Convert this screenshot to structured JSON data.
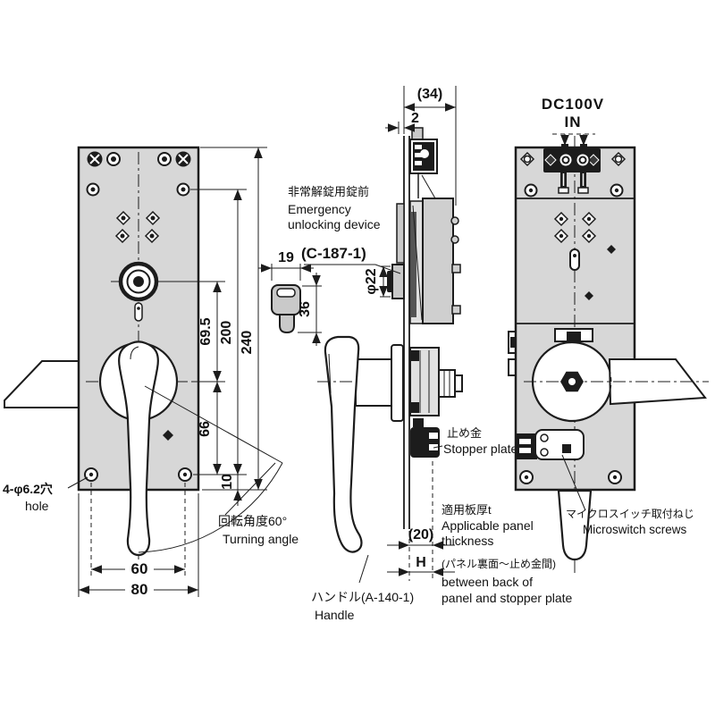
{
  "drawing": {
    "front_view": {
      "dims": {
        "overall_height": "240",
        "hole_pitch_v": "200",
        "cyl_to_handle": "69.5",
        "handle_to_hole": "66",
        "hole_edge": "10",
        "hole_pitch_h": "60",
        "overall_width": "80"
      },
      "hole_label_jp": "4-φ6.2穴",
      "hole_label_en": "hole",
      "turning_label_jp": "回転角度60°",
      "turning_label_en": "Turning angle"
    },
    "side_view": {
      "dims": {
        "rear_depth": "(34)",
        "front_gap": "2",
        "key_width": "19",
        "key_length": "36",
        "cylinder_dia": "φ22",
        "panel_max": "(20)",
        "panel_sym": "H"
      },
      "emergency_jp": "非常解錠用錠前",
      "emergency_en1": "Emergency",
      "emergency_en2": "unlocking device",
      "emergency_code": "(C-187-1)",
      "stopper_jp": "止め金",
      "stopper_en": "Stopper plate",
      "panel_jp": "適用板厚t",
      "panel_en1": "Applicable panel",
      "panel_en2": "thickness",
      "between_jp": "(パネル裏面〜止め金間)",
      "between_en1": "between back of",
      "between_en2": "panel and stopper plate",
      "handle_jp": "ハンドル(A-140-1)",
      "handle_en": "Handle"
    },
    "back_view": {
      "power_line1": "DC100V",
      "power_line2": "IN",
      "micro_jp": "マイクロスイッチ取付ねじ",
      "micro_en": "Microswitch screws"
    }
  }
}
